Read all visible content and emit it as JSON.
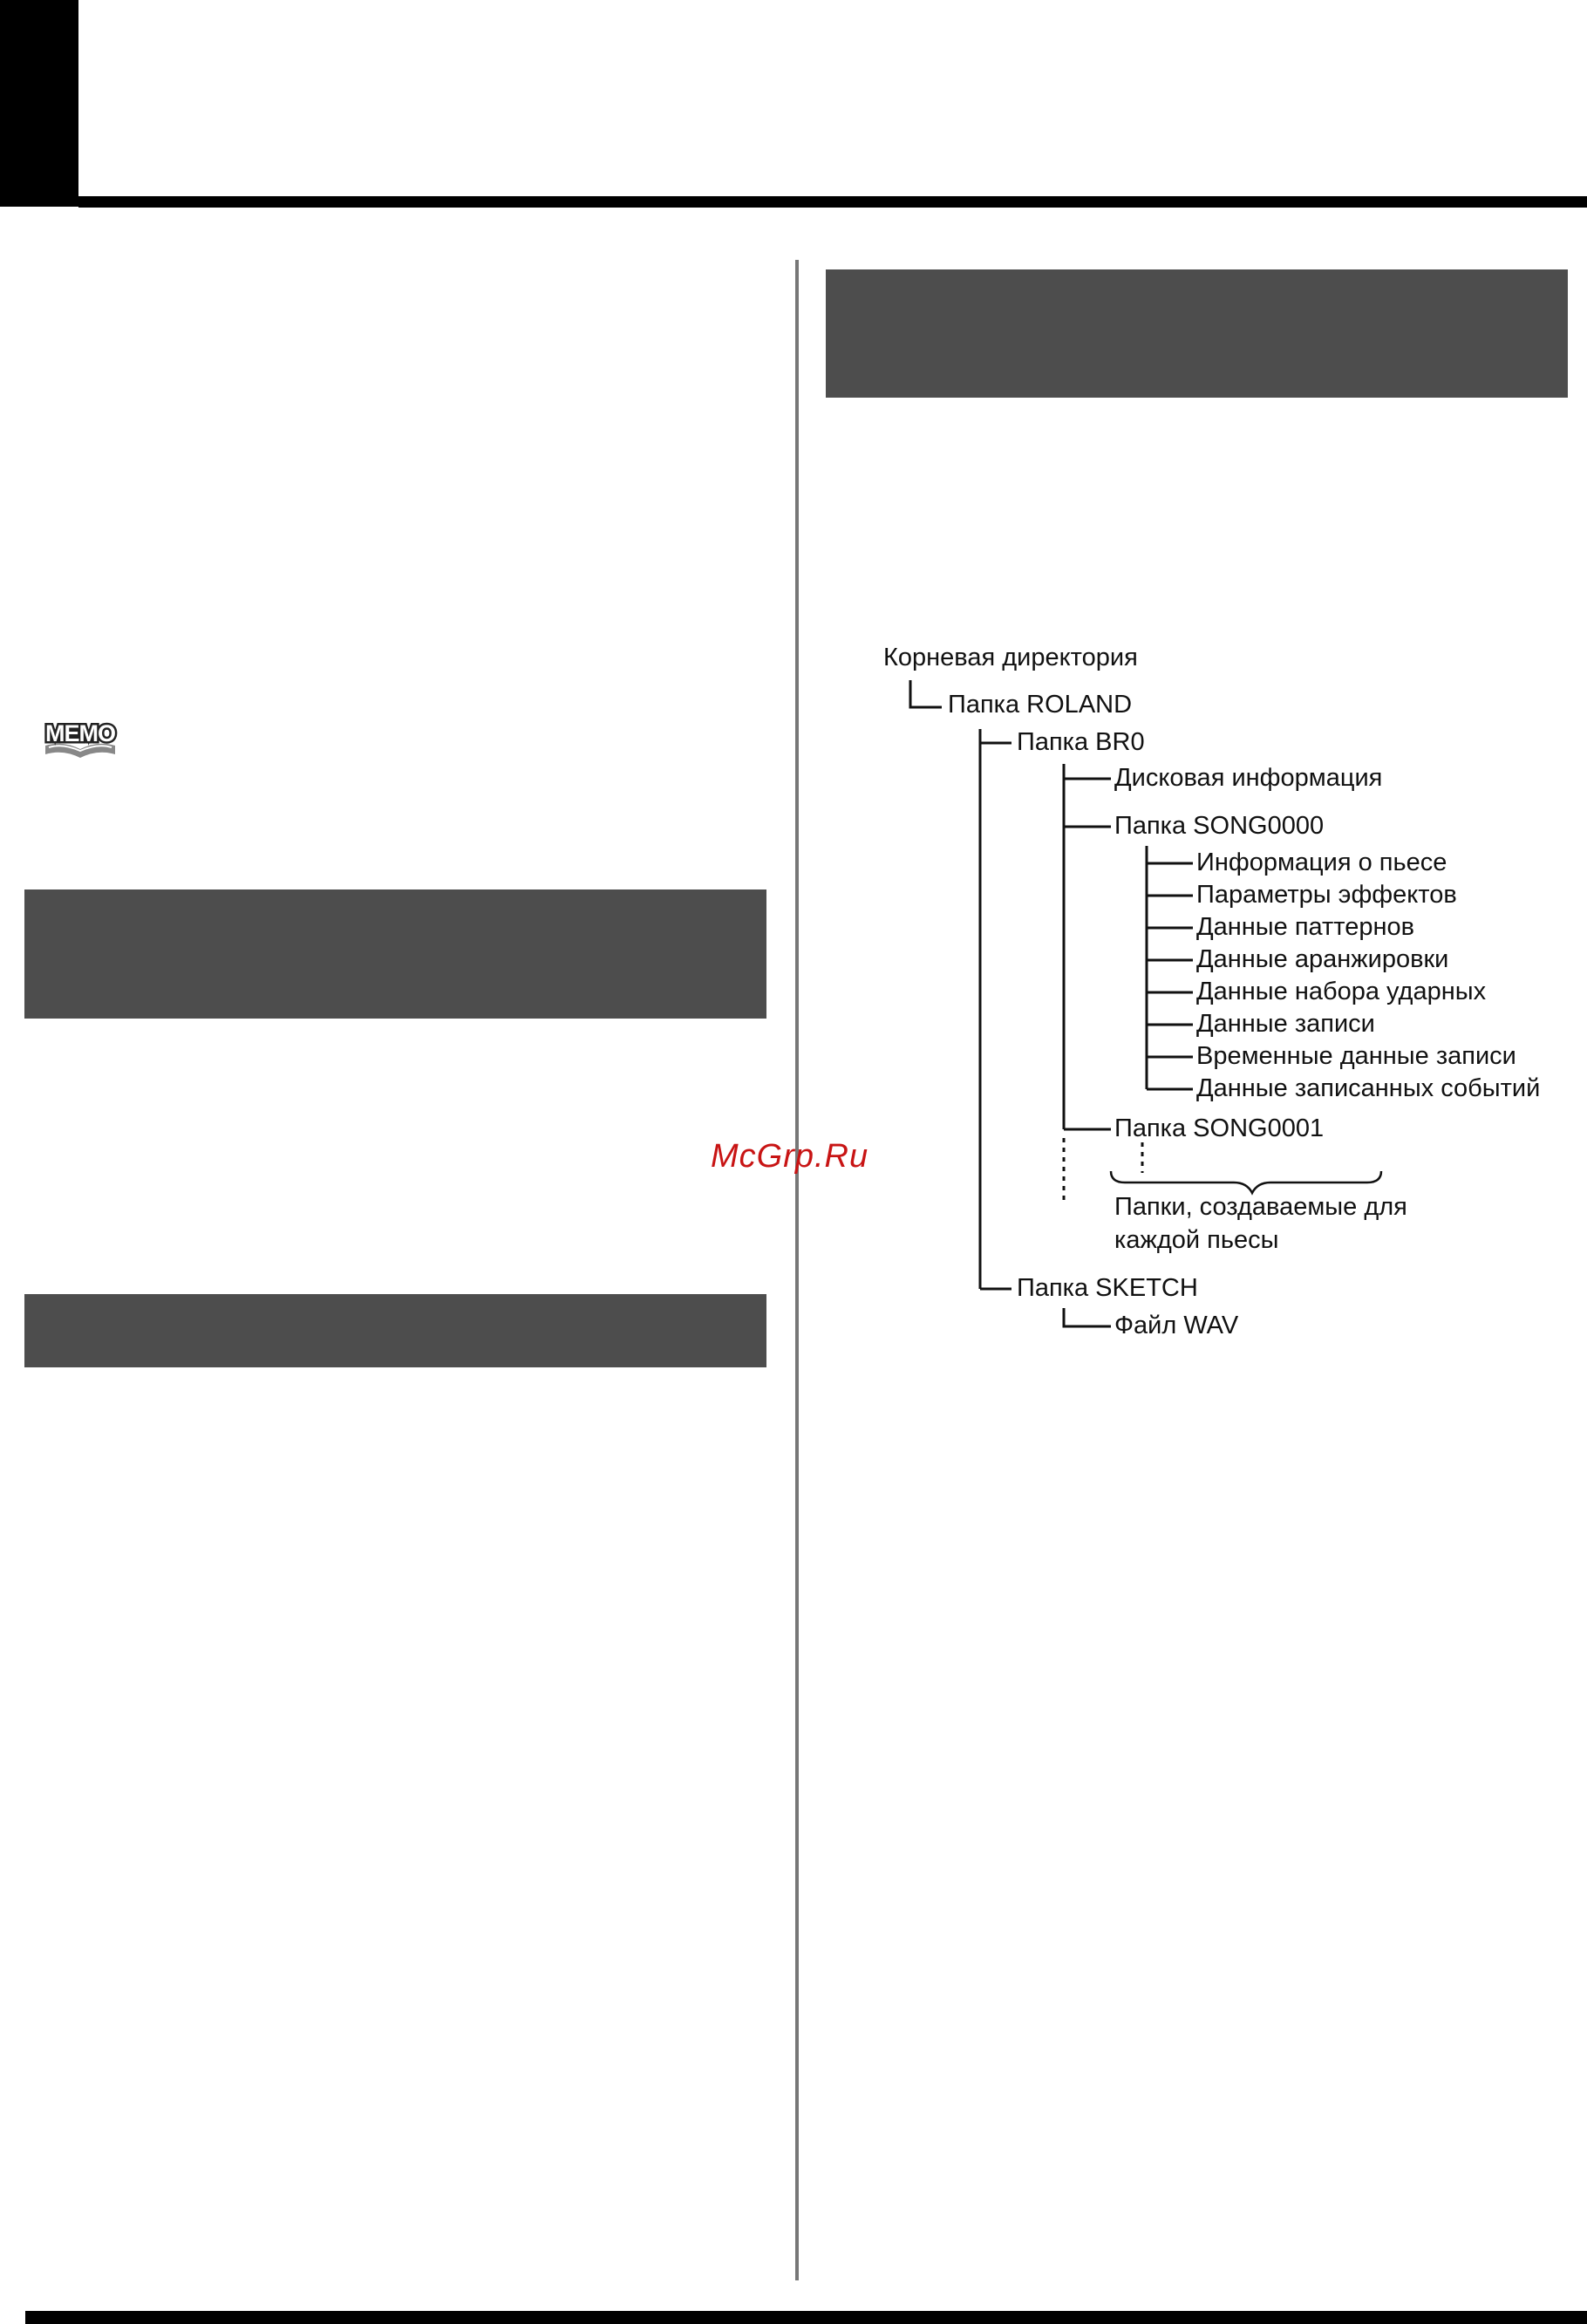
{
  "watermark": "McGrp.Ru",
  "memo_icon": "memo-book-icon",
  "tree": {
    "root": "Корневая директория",
    "roland": "Папка ROLAND",
    "br0": "Папка BR0",
    "disk_info": "Дисковая информация",
    "song0000": "Папка SONG0000",
    "song_items": [
      "Информация о пьесе",
      "Параметры эффектов",
      "Данные паттернов",
      "Данные аранжировки",
      "Данные набора ударных",
      "Данные записи",
      "Временные данные записи",
      "Данные записанных событий"
    ],
    "song0001": "Папка SONG0001",
    "per_song_note_line1": "Папки, создаваемые для",
    "per_song_note_line2": "каждой пьесы",
    "sketch": "Папка SKETCH",
    "wav": "Файл WAV"
  }
}
